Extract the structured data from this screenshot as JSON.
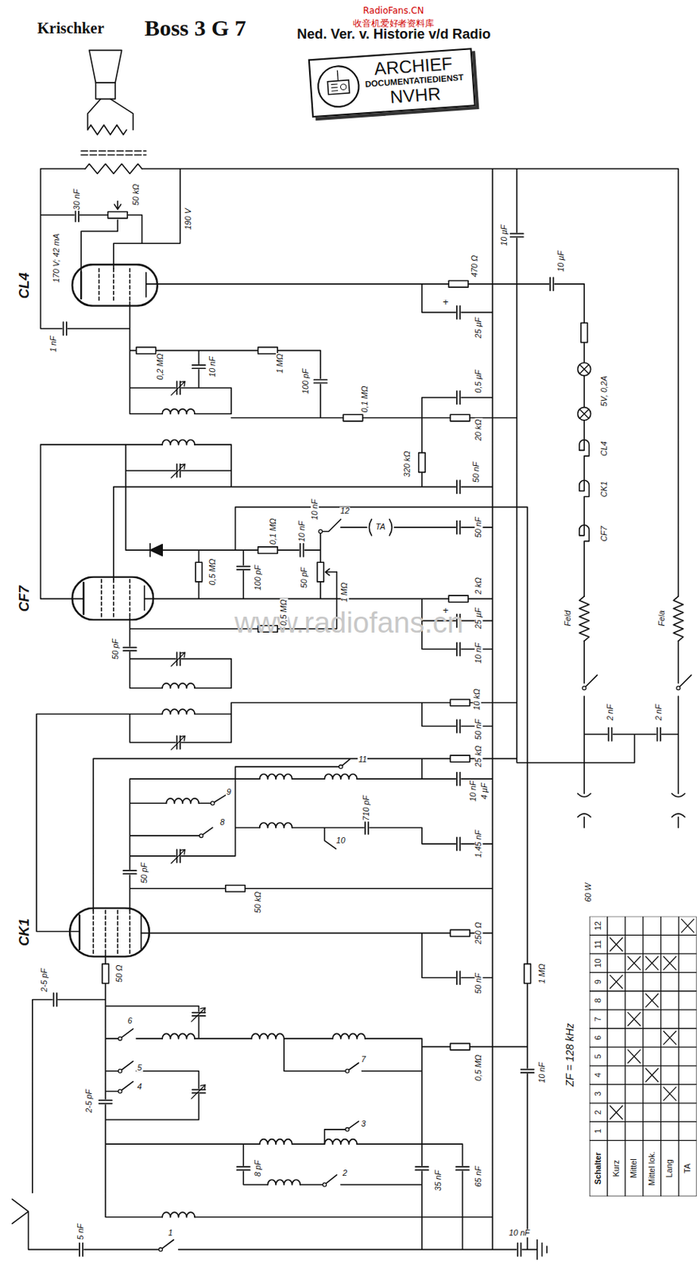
{
  "diagram": {
    "title": "Boss 3 G 7",
    "nodes": [
      {
        "text": [
          "ARCHIEF",
          "DOCUMENTATIEDIENST",
          "NVHR"
        ]
      },
      {
        "text": [
          "CL4"
        ]
      },
      {
        "text": [
          "CF7"
        ]
      },
      {
        "text": [
          "CK1"
        ]
      }
    ],
    "labels": [
      "Krischker",
      "RadioFans.CN",
      "收音机爱好者资料库",
      "Ned. Ver. v. Historie v/d Radio",
      "www.radiofans.cn",
      "30 nF",
      "50 kΩ",
      "190 V",
      "170 V; 42 mA",
      "1 nF",
      "10 µF",
      "470 Ω",
      "10 µF",
      "+",
      "25 µF",
      "0,2 MΩ",
      "10 nF",
      "1 MΩ",
      "100 pF",
      "0,1 MΩ",
      "0,5 µF",
      "20 kΩ",
      "5V, 0,2A",
      "320 kΩ",
      "50 nF",
      "CL4",
      "CK1",
      "0,1 MΩ",
      "10 nF",
      "10 nF",
      "12",
      "TA",
      "50 nF",
      "CF7",
      "0,5 MΩ",
      "100 pF",
      "50 pF",
      "1 MΩ",
      "2 kΩ",
      "+",
      "25 µF",
      "0,5 MΩ",
      "Feld",
      "Fela",
      "10 nF",
      "50 pF",
      "10 kΩ",
      "2 nF",
      "2 nF",
      "50 nF",
      "25 kΩ",
      "11",
      "10 nF",
      "4 µF",
      "9",
      "8",
      "10",
      "710 pF",
      "1,45 nF",
      "50 pF",
      "60 W",
      "50 kΩ",
      "250 Ω",
      "1 MΩ",
      "50 nF",
      "50 Ω",
      "2-5 pF",
      "6",
      "ZF = 128 kHz",
      "5",
      "4",
      "7",
      "0,5 MΩ",
      "10 nF",
      "2-5 pF",
      "3",
      "8 pF",
      "35 nF",
      "65 nF",
      "2",
      "1",
      "5 nF",
      "10 nF",
      "Schalter",
      "1",
      "2",
      "3",
      "4",
      "5",
      "6",
      "7",
      "8",
      "9",
      "10",
      "11",
      "12",
      "Kurz",
      "Mittel",
      "Mittel lok.",
      "Lang",
      "TA"
    ]
  }
}
